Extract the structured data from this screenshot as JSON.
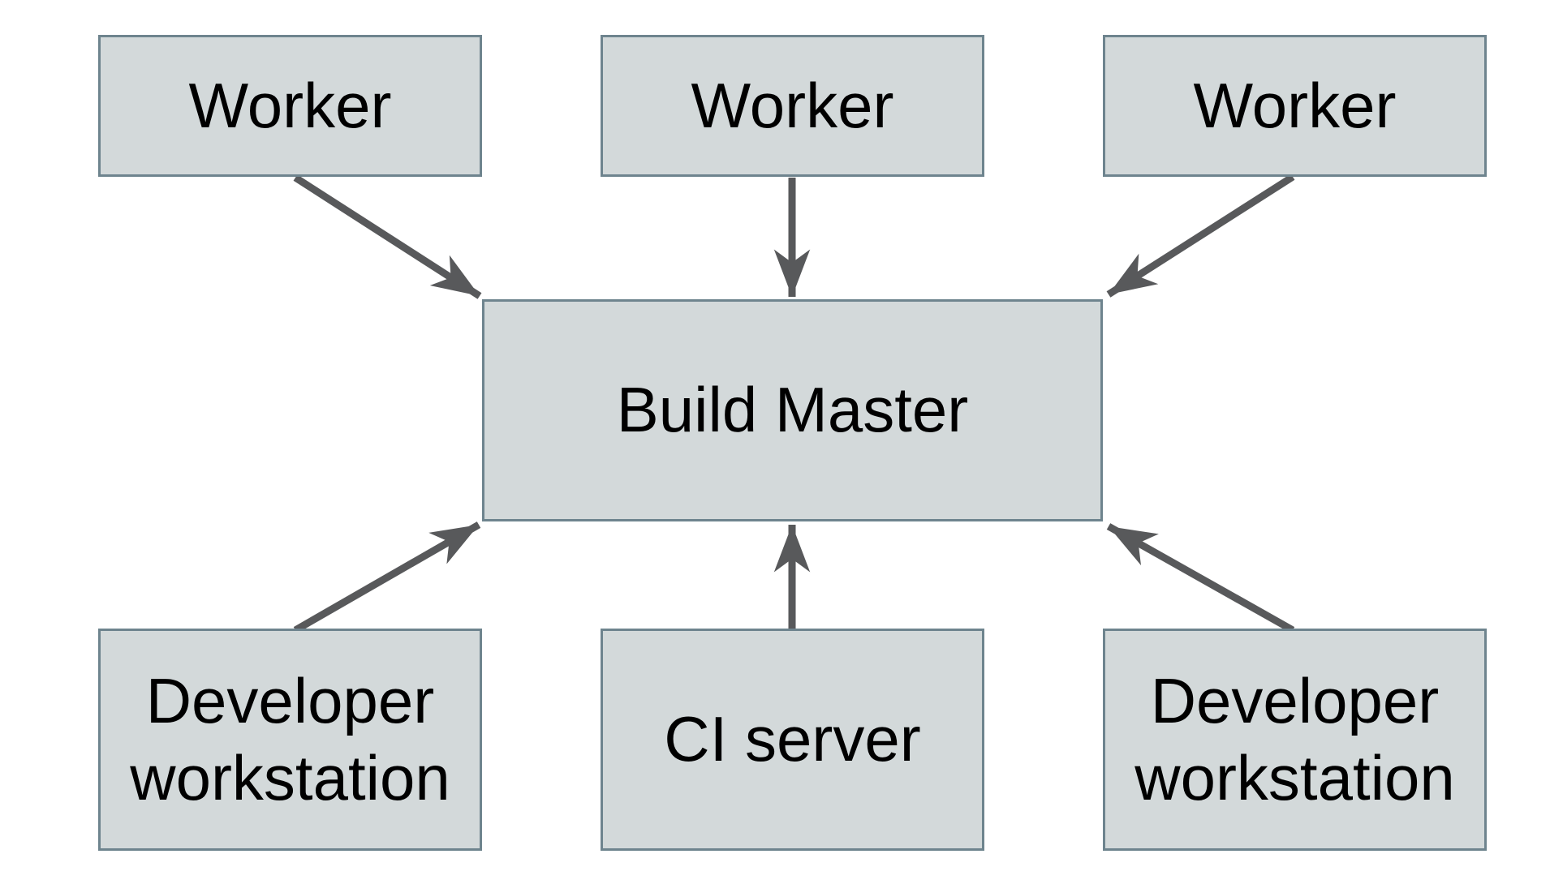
{
  "diagram": {
    "colors": {
      "bg": "#ffffff",
      "box_fill": "#d3d9da",
      "box_border": "#6e848e",
      "arrow_color": "#58595b",
      "text_color": "#000000"
    },
    "nodes": [
      {
        "id": "worker-1",
        "label": "Worker"
      },
      {
        "id": "worker-2",
        "label": "Worker"
      },
      {
        "id": "worker-3",
        "label": "Worker"
      },
      {
        "id": "build-master",
        "label": "Build Master"
      },
      {
        "id": "developer-workstation-1",
        "label": "Developer workstation"
      },
      {
        "id": "ci-server",
        "label": "CI server"
      },
      {
        "id": "developer-workstation-2",
        "label": "Developer workstation"
      }
    ],
    "edges": [
      {
        "id": "worker-1-to-build-master",
        "from": "worker-1",
        "to": "build-master"
      },
      {
        "id": "worker-2-to-build-master",
        "from": "worker-2",
        "to": "build-master"
      },
      {
        "id": "worker-3-to-build-master",
        "from": "worker-3",
        "to": "build-master"
      },
      {
        "id": "developer-workstation-1-to-build-master",
        "from": "developer-workstation-1",
        "to": "build-master"
      },
      {
        "id": "ci-server-to-build-master",
        "from": "ci-server",
        "to": "build-master"
      },
      {
        "id": "developer-workstation-2-to-build-master",
        "from": "developer-workstation-2",
        "to": "build-master"
      }
    ]
  }
}
